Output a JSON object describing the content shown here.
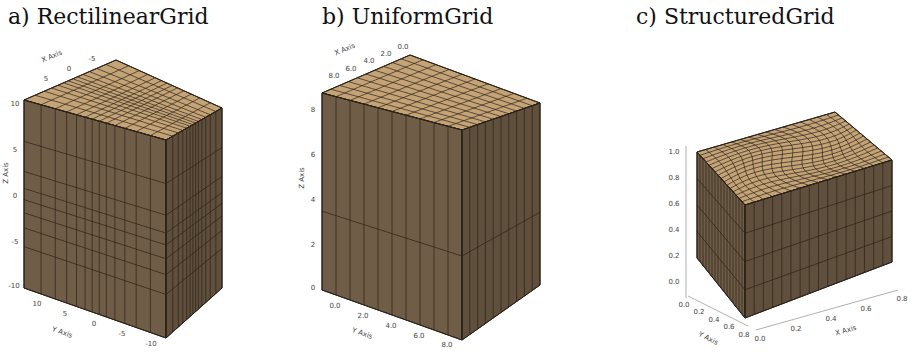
{
  "diagram": {
    "labels": [
      "a) RectilinearGrid",
      "b) UniformGrid",
      "c) StructuredGrid",
      "X Axis",
      "5",
      "0",
      "-5",
      "Z Axis",
      "10",
      "5",
      "0",
      "-5",
      "-10",
      "Y Axis",
      "10",
      "5",
      "0",
      "-5",
      "-10",
      "X Axis",
      "8.0",
      "6.0",
      "4.0",
      "2.0",
      "0.0",
      "Z Axis",
      "8",
      "6",
      "4",
      "2",
      "0",
      "Y Axis",
      "0.0",
      "2.0",
      "4.0",
      "6.0",
      "8.0",
      "1.0",
      "0.8",
      "0.6",
      "0.4",
      "0.2",
      "0.0",
      "Y Axis",
      "0.0",
      "0.2",
      "0.4",
      "0.6",
      "0.8",
      "X Axis",
      "0.0",
      "0.2",
      "0.4",
      "0.6",
      "0.8"
    ]
  }
}
